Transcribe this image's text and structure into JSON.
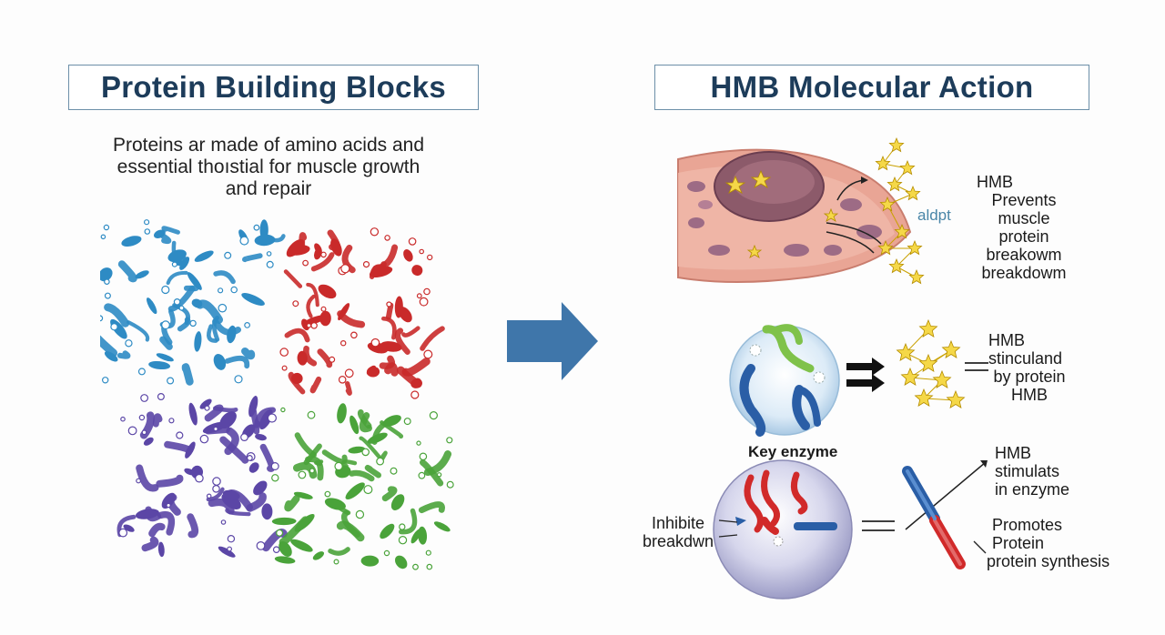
{
  "left_panel": {
    "title": "Protein Building Blocks",
    "intro_lines": [
      "Proteins ar made of amino acids and",
      "essential thoıstial for muscle growth",
      "and repair"
    ]
  },
  "right_panel": {
    "title": "HMB Molecular Action",
    "row1": {
      "side_label": "aldpt",
      "text_lines": [
        "HMB",
        "Prevents",
        "muscle",
        "protein breakowm",
        "breakdowm"
      ]
    },
    "row2": {
      "caption": "Key enzyme",
      "text_lines": [
        "HMB",
        "stinculand",
        "by protein",
        "HMB"
      ]
    },
    "row3": {
      "left_lines": [
        "Inhibite",
        "breakdwn"
      ],
      "top_lines": [
        "HMB",
        "stimulats",
        "in enzyme"
      ],
      "bottom_lines": [
        "Promotes",
        "Protein",
        "protein synthesis"
      ]
    }
  },
  "colors": {
    "title_text": "#1d3c5a",
    "title_border": "#6c8fa8",
    "arrow": "#3f76aa",
    "protein_blue": "#2e8bc4",
    "protein_red": "#c92a2a",
    "protein_purple": "#5b46a6",
    "protein_green": "#4aa33a",
    "star": "#f5d848"
  }
}
